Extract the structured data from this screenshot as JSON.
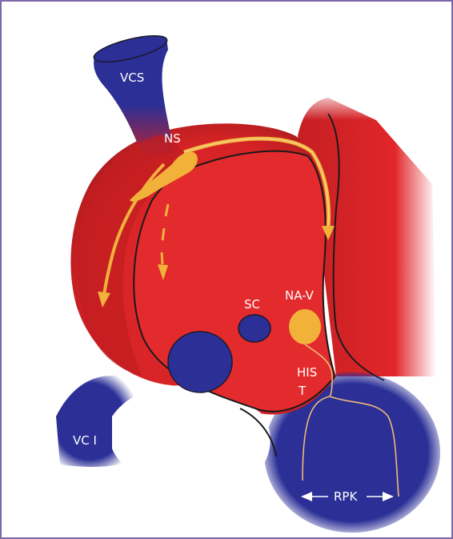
{
  "colors": {
    "frame": "#7c68a8",
    "myocardium": "#e8242a",
    "myocardium_dark": "#b91e1f",
    "vessel": "#2b2f96",
    "node": "#f2b23a",
    "conduction": "#f0b878"
  },
  "labels": {
    "vcs": "VCS",
    "ns": "NS",
    "sc": "SC",
    "nav": "NA-V",
    "his": "HIS",
    "t": "T",
    "vci": "VC I",
    "rpk": "RPK"
  }
}
